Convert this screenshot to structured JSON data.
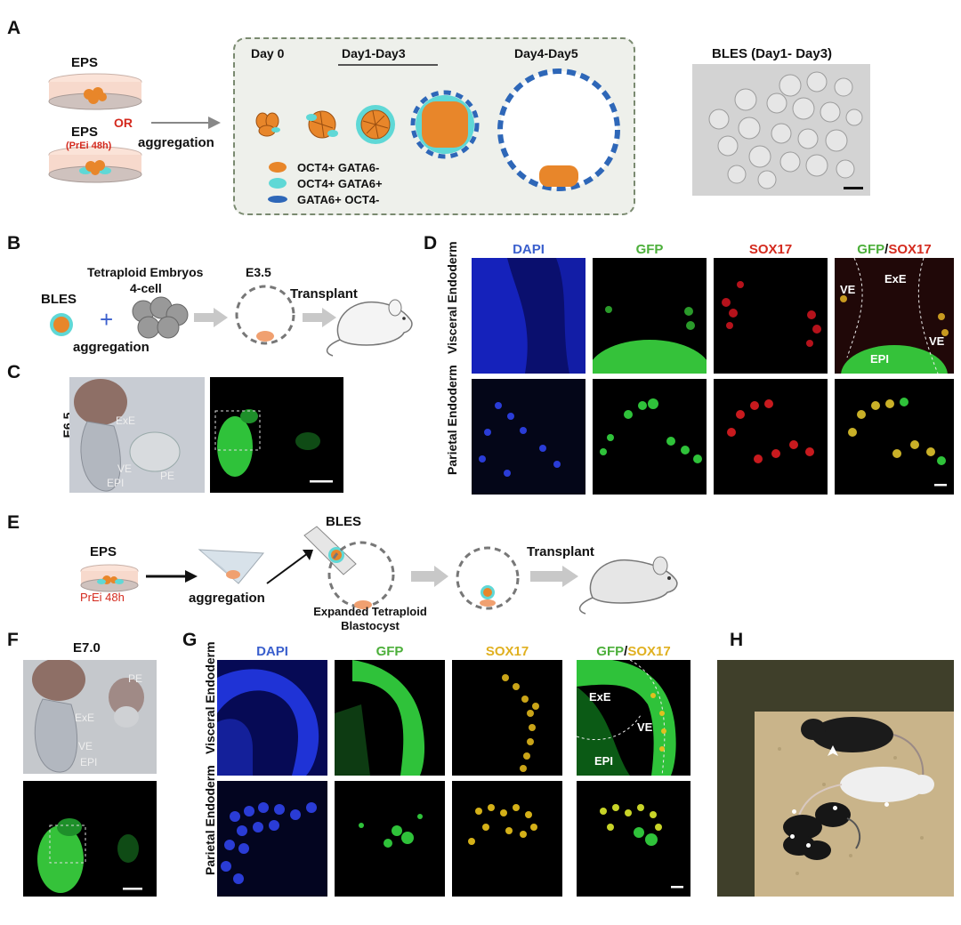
{
  "panels": {
    "A": "A",
    "B": "B",
    "C": "C",
    "D": "D",
    "E": "E",
    "F": "F",
    "G": "G",
    "H": "H"
  },
  "panelA": {
    "eps_top": "EPS",
    "eps_bottom": "EPS",
    "eps_bottom_sub": "(PrEi 48h)",
    "or": "OR",
    "aggregation": "aggregation",
    "stages": [
      "Day 0",
      "Day1-Day3",
      "Day4-Day5"
    ],
    "legend": [
      "OCT4+ GATA6-",
      "OCT4+ GATA6+",
      "GATA6+ OCT4-"
    ],
    "legend_colors": [
      "#e8862a",
      "#5fd8d6",
      "#2e67b8"
    ],
    "image_title": "BLES (Day1- Day3)"
  },
  "panelB": {
    "bles": "BLES",
    "plus": "+",
    "embryo_title": "Tetraploid Embryos",
    "embryo_sub": "4-cell",
    "aggregation": "aggregation",
    "stage": "E3.5",
    "transplant": "Transplant"
  },
  "panelC": {
    "stage": "E6.5",
    "labels": [
      "ExE",
      "VE",
      "EPI",
      "PE"
    ]
  },
  "panelD": {
    "channels": [
      "DAPI",
      "GFP",
      "SOX17",
      "GFP",
      "/",
      "SOX17"
    ],
    "channel_colors": [
      "#3a5fcd",
      "#4caf3a",
      "#d42a1e"
    ],
    "rows": [
      "Visceral Endoderm",
      "Parietal Endoderm"
    ],
    "overlay_labels": [
      "VE",
      "ExE",
      "VE",
      "EPI"
    ]
  },
  "panelE": {
    "eps": "EPS",
    "eps_sub": "PrEi 48h",
    "aggregation": "aggregation",
    "bles": "BLES",
    "blastocyst": "Expanded Tetraploid Blastocyst",
    "transplant": "Transplant"
  },
  "panelF": {
    "stage": "E7.0",
    "labels": [
      "PE",
      "ExE",
      "VE",
      "EPI"
    ]
  },
  "panelG": {
    "channels": [
      "DAPI",
      "GFP",
      "SOX17",
      "GFP",
      "/",
      "SOX17"
    ],
    "channel_colors": [
      "#3a5fcd",
      "#4caf3a",
      "#e0b020"
    ],
    "rows": [
      "Visceral Endoderm",
      "Parietal Endoderm"
    ],
    "overlay_labels": [
      "ExE",
      "VE",
      "EPI"
    ]
  }
}
